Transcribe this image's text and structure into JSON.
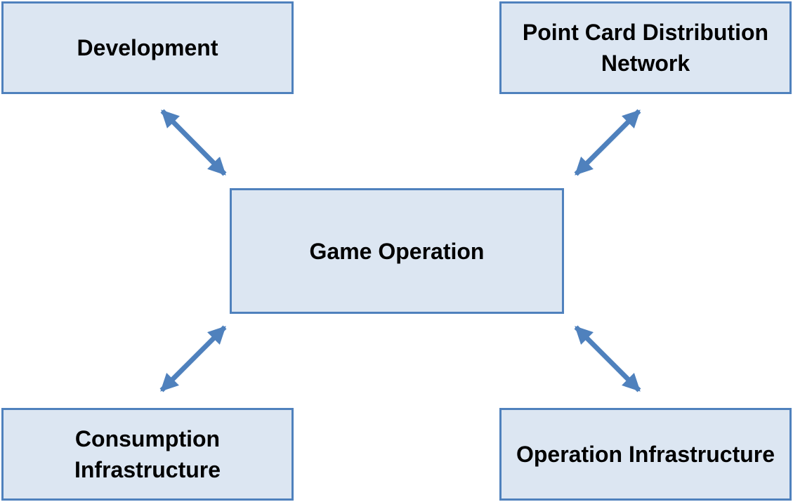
{
  "diagram": {
    "center": {
      "label": "Game Operation"
    },
    "nodes": {
      "top_left": {
        "label": "Development"
      },
      "top_right": {
        "label": "Point Card Distribution Network"
      },
      "bottom_left": {
        "label": "Consumption Infrastructure"
      },
      "bottom_right": {
        "label": "Operation Infrastructure"
      }
    },
    "edges": [
      {
        "from": "Development",
        "to": "Game Operation",
        "direction": "bidirectional"
      },
      {
        "from": "Point Card Distribution Network",
        "to": "Game Operation",
        "direction": "bidirectional"
      },
      {
        "from": "Consumption Infrastructure",
        "to": "Game Operation",
        "direction": "bidirectional"
      },
      {
        "from": "Operation Infrastructure",
        "to": "Game Operation",
        "direction": "bidirectional"
      }
    ],
    "colors": {
      "box_fill": "#dce6f2",
      "box_border": "#4f81bd",
      "arrow": "#4f81bd",
      "text": "#000000"
    }
  }
}
